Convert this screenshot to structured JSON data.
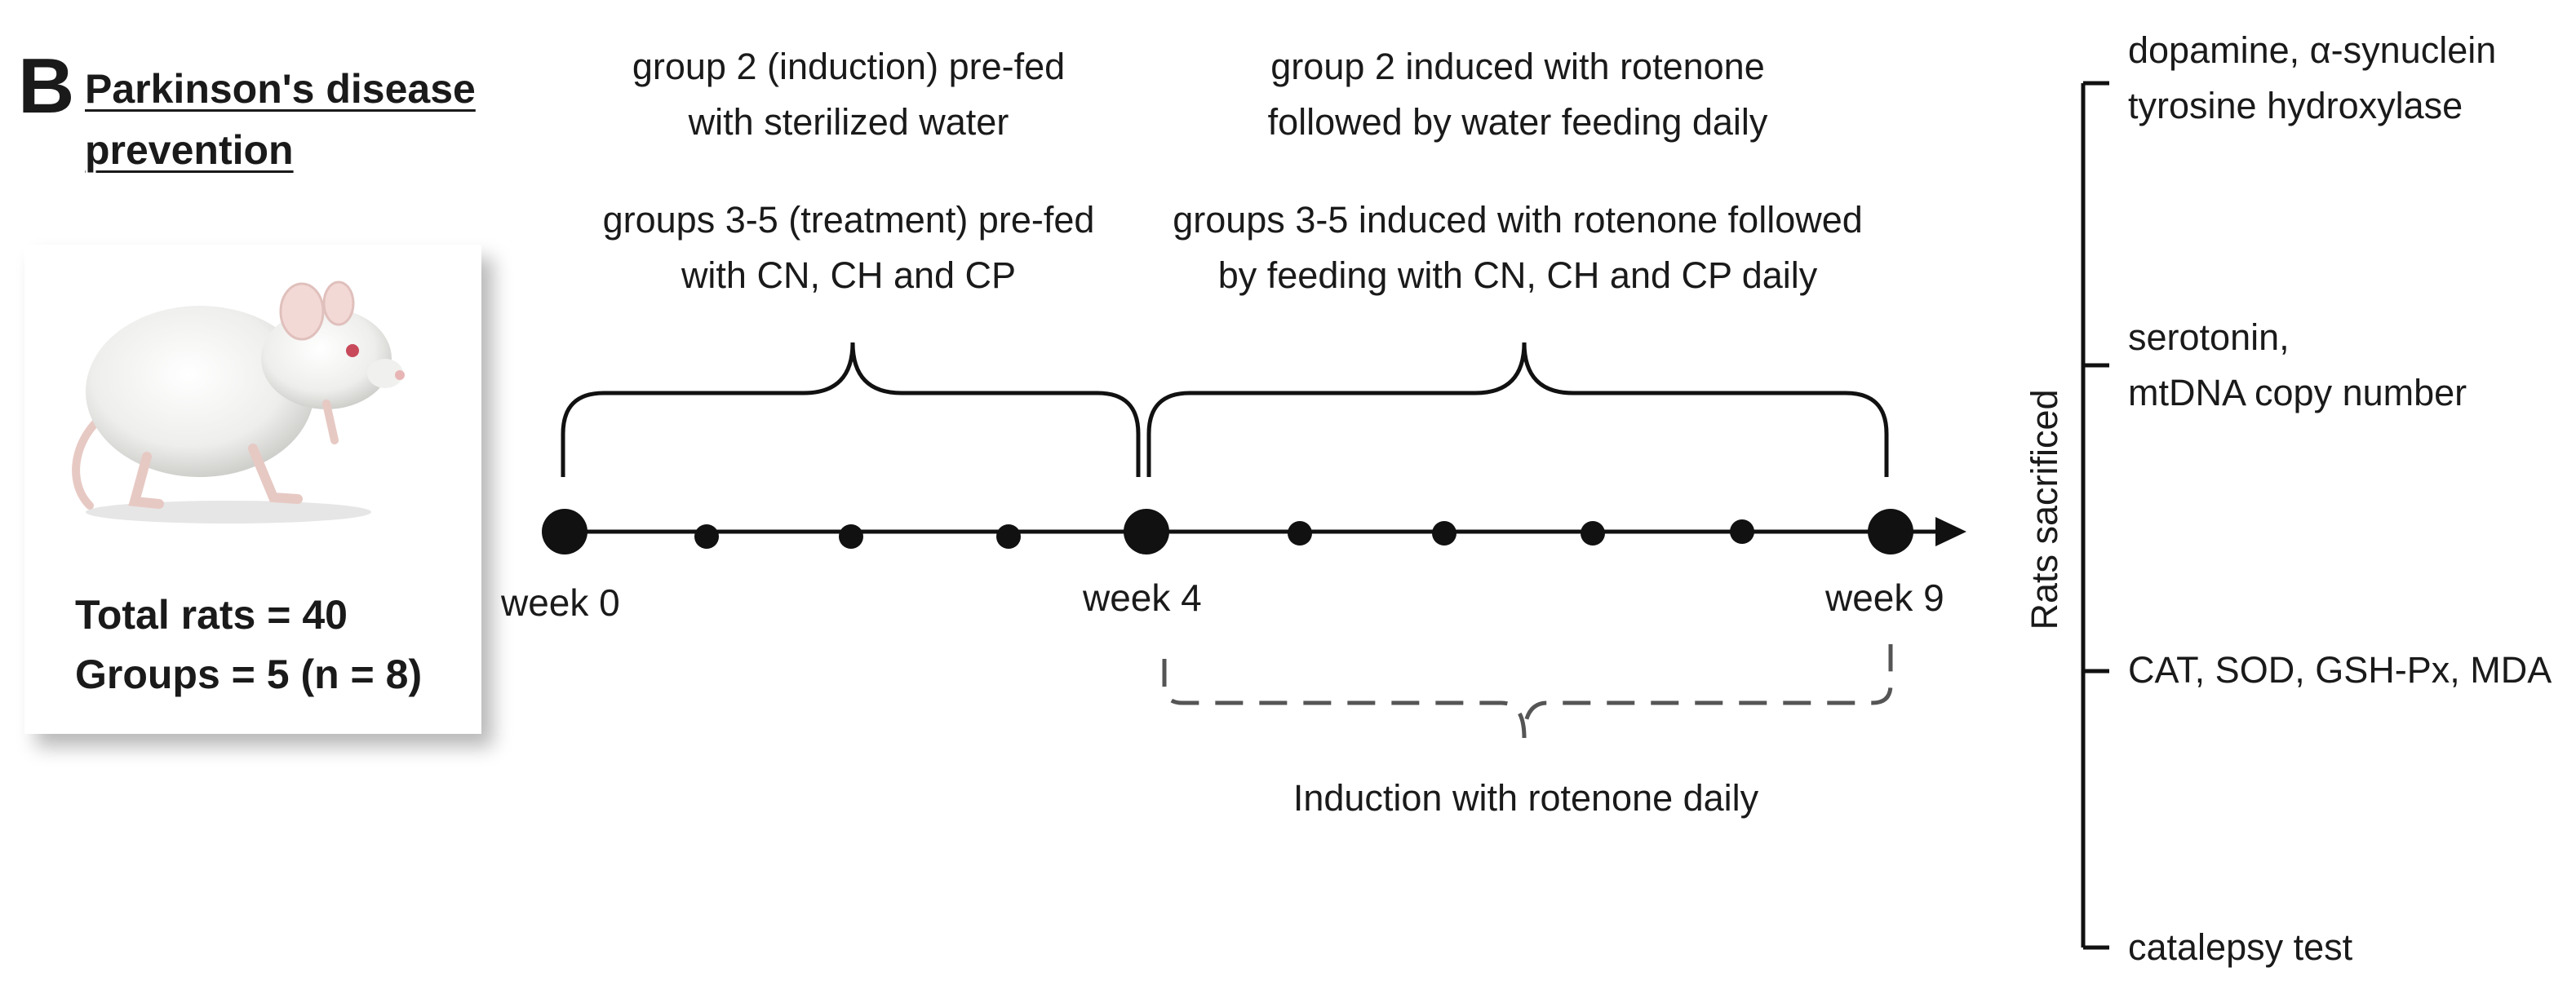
{
  "panel_label": "B",
  "title_lines": [
    "Parkinson's disease",
    "prevention"
  ],
  "rat_image": {
    "icon": "white-rat-photo"
  },
  "stats": {
    "total_rats": "Total rats = 40",
    "groups": "Groups = 5 (n = 8)"
  },
  "phases": {
    "prefeeding": {
      "group2": [
        "group 2 (induction) pre-fed",
        "with sterilized water"
      ],
      "groups35": [
        "groups 3-5 (treatment) pre-fed",
        "with CN, CH and CP"
      ]
    },
    "induction": {
      "group2": [
        "group 2 induced with rotenone",
        "followed by water feeding daily"
      ],
      "groups35": [
        "groups 3-5 induced with rotenone followed",
        "by feeding with CN, CH and CP daily"
      ]
    },
    "rotenone_note": "Induction with rotenone daily"
  },
  "timeline": {
    "week_labels": [
      "week 0",
      "week 4",
      "week 9"
    ]
  },
  "outcome": {
    "vertical_label": "Rats sacrificed",
    "items": [
      [
        "dopamine, α-synuclein",
        "tyrosine hydroxylase"
      ],
      [
        "serotonin,",
        "mtDNA copy number"
      ],
      [
        "CAT, SOD, GSH-Px, MDA"
      ],
      [
        "catalepsy test"
      ]
    ]
  },
  "colors": {
    "ink": "#111111",
    "dashed": "#555555",
    "rat_fur": "#f4f4f2"
  }
}
